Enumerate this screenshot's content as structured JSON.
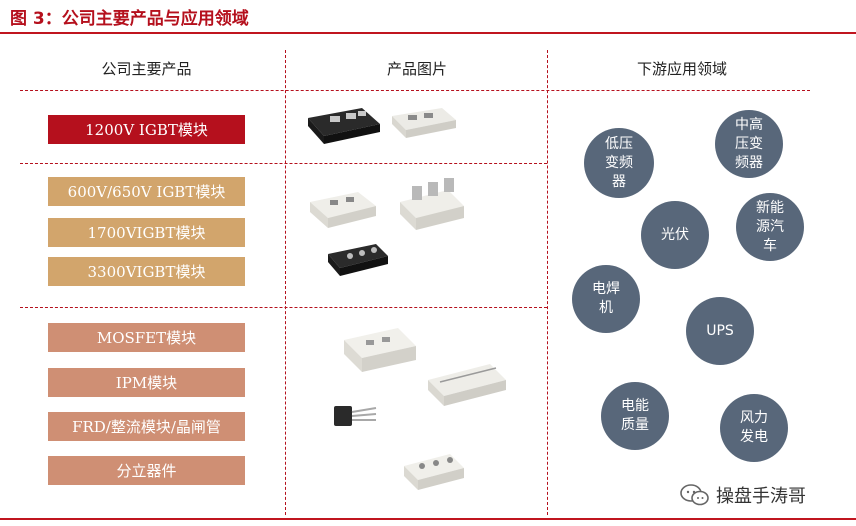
{
  "title": "图 3：公司主要产品与应用领域",
  "headers": {
    "products": "公司主要产品",
    "images": "产品图片",
    "applications": "下游应用领域"
  },
  "products": [
    {
      "label": "1200V IGBT模块",
      "style": "red"
    },
    {
      "label": "600V/650V IGBT模块",
      "style": "gold"
    },
    {
      "label": "1700VIGBT模块",
      "style": "gold"
    },
    {
      "label": "3300VIGBT模块",
      "style": "gold"
    },
    {
      "label": "MOSFET模块",
      "style": "salmon"
    },
    {
      "label": "IPM模块",
      "style": "salmon"
    },
    {
      "label": "FRD/整流模块/晶闸管",
      "style": "salmon"
    },
    {
      "label": "分立器件",
      "style": "salmon"
    }
  ],
  "applications": [
    "低压\n变频\n器",
    "中高\n压变\n频器",
    "光伏",
    "新能\n源汽\n车",
    "电焊\n机",
    "UPS",
    "电能\n质量",
    "风力\n发电"
  ],
  "colors": {
    "brand_red": "#b5101d",
    "gold": "#d2a56c",
    "salmon": "#cf8f74",
    "bubble": "#58677a"
  },
  "watermark": {
    "icon": "wechat-icon",
    "text": "操盘手涛哥"
  }
}
